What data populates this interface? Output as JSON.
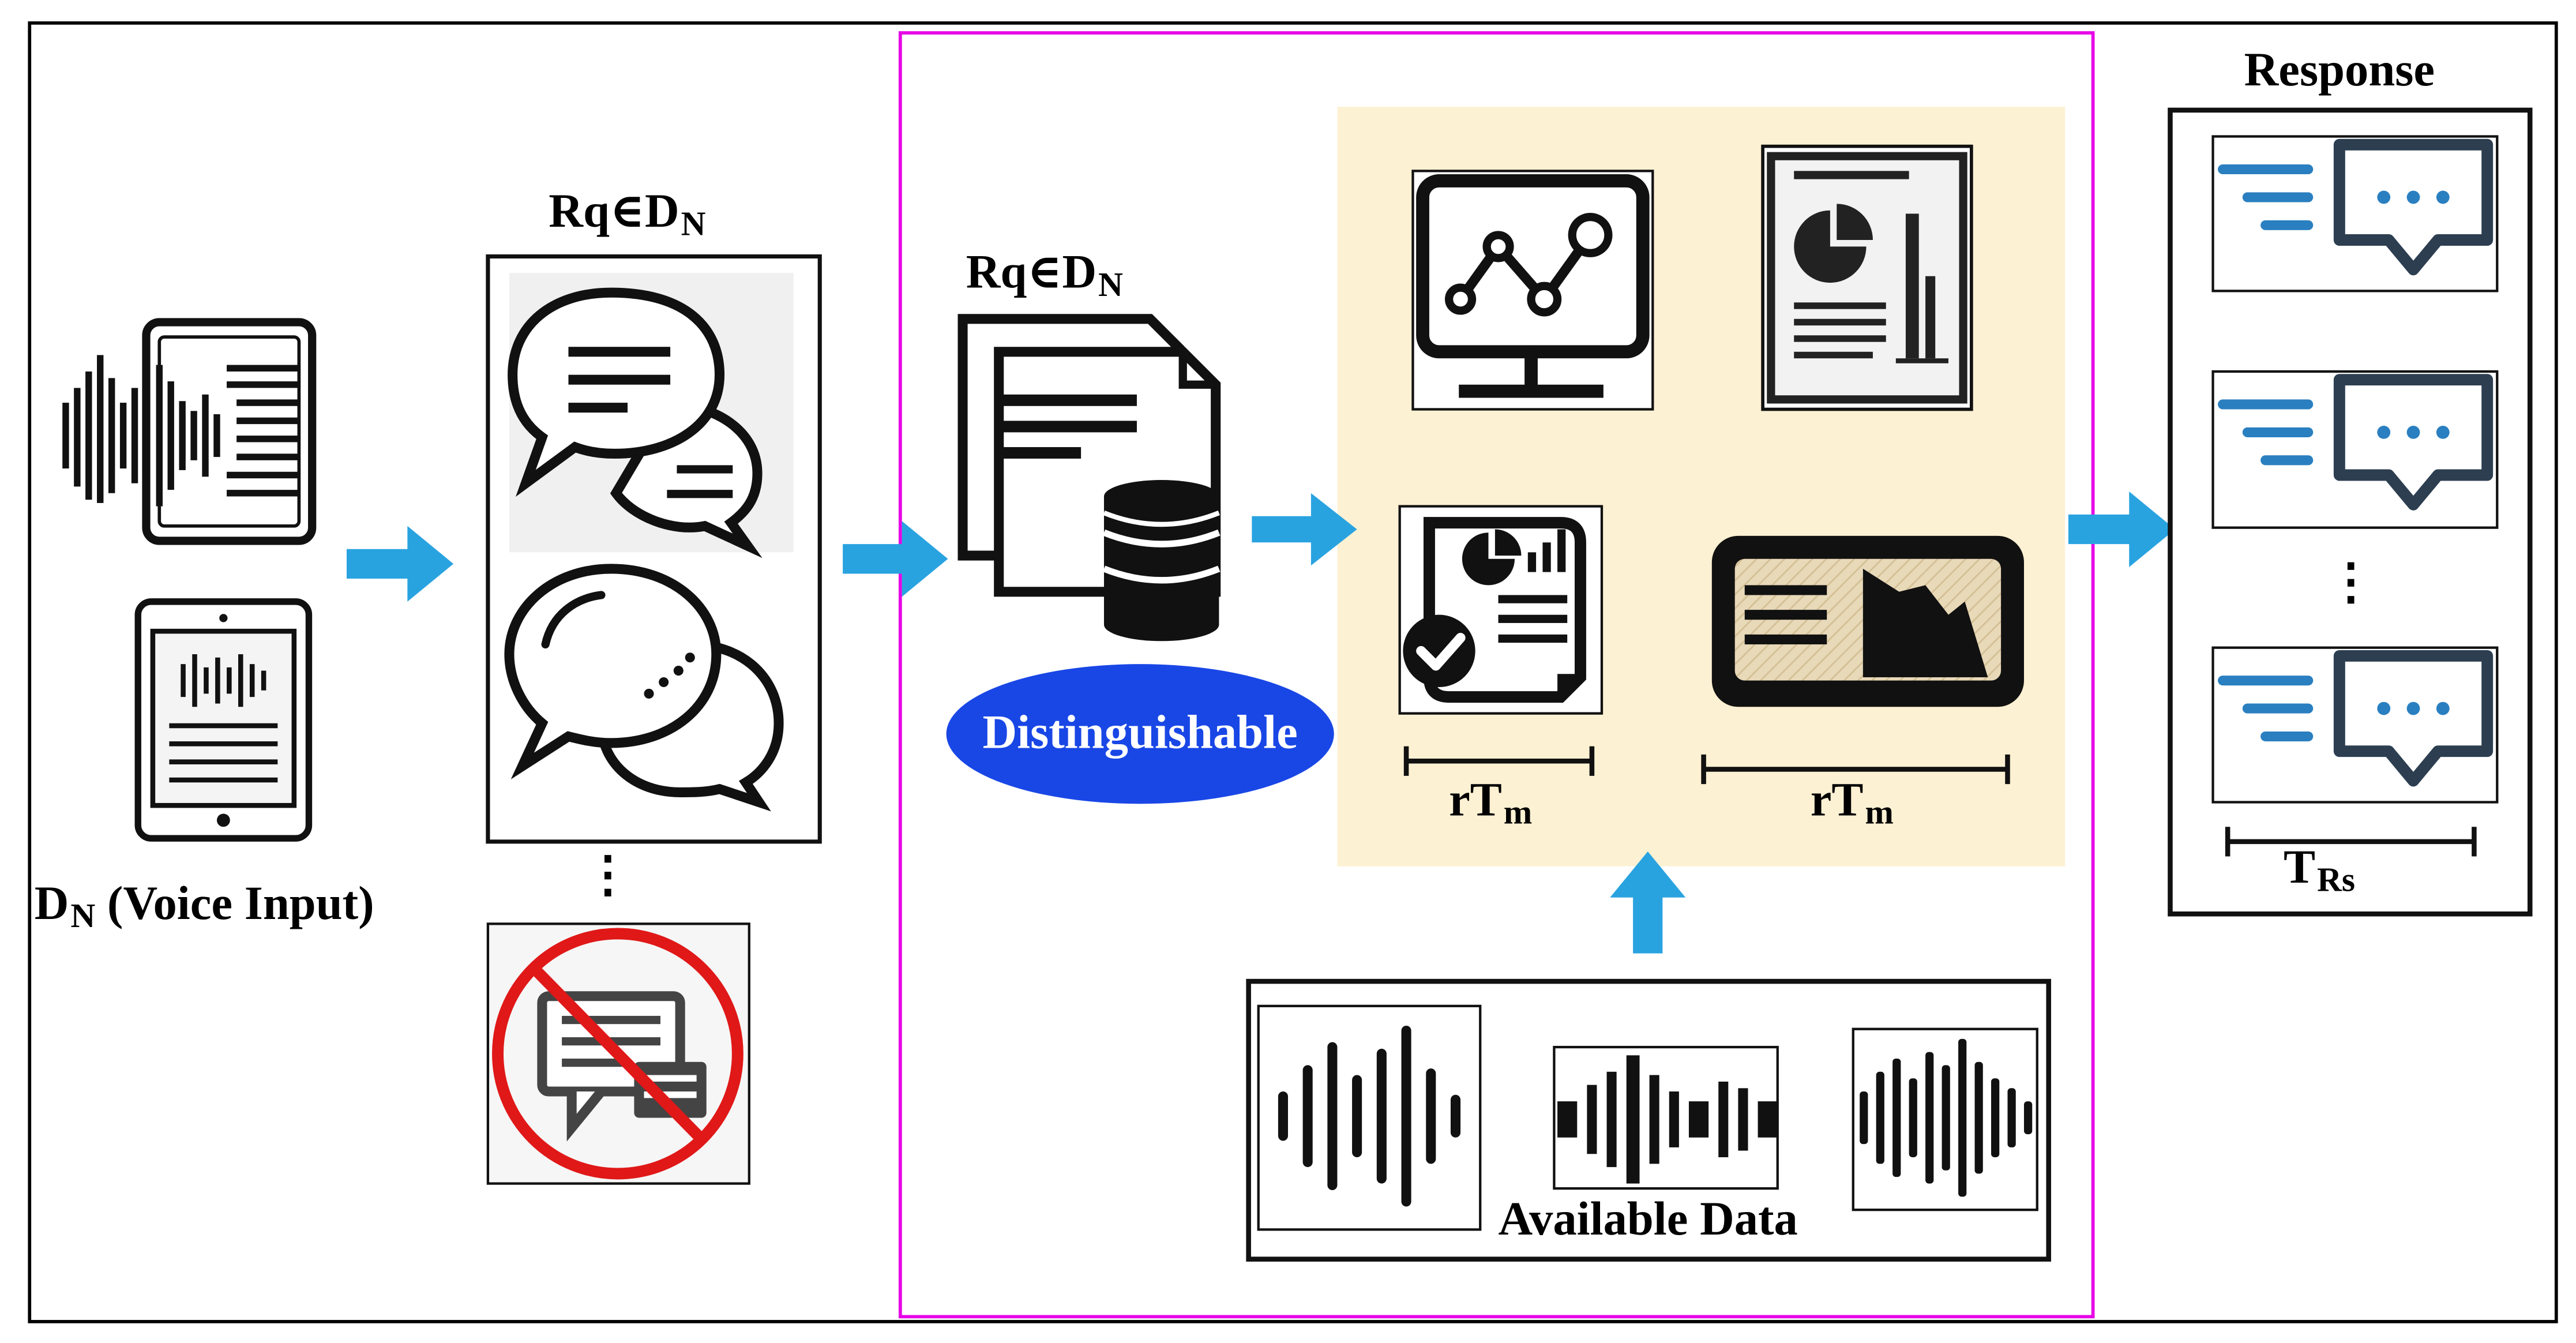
{
  "labels": {
    "voice_input_prefix": "D",
    "voice_input_sub": "N",
    "voice_input_rest": " (Voice Input)",
    "rq_prefix": "Rq",
    "rq_elem": "∈",
    "rq_d": "D",
    "rq_sub": "N",
    "distinguishable": "Distinguishable",
    "rtm_main": "rT",
    "rtm_sub": "m",
    "response": "Response",
    "trs_main": "T",
    "trs_sub": "Rs",
    "available_data": "Available Data",
    "ellipsis": "⋮"
  },
  "colors": {
    "arrow_blue": "#29a3e0",
    "magenta_border": "#e600e6",
    "highlight_bg": "#fdf1d3",
    "ellipse_blue": "#1947e6",
    "forbidden_red": "#e01818",
    "chat_slate": "#2c3e50",
    "chat_lines_blue": "#2a7fc0"
  },
  "icons": [
    "voice-document-icon",
    "tablet-audio-icon",
    "chat-bubbles-icon",
    "chat-bubbles-outline-icon",
    "no-chat-icon",
    "document-database-icon",
    "monitor-chart-icon",
    "report-pie-chart-icon",
    "checked-report-icon",
    "dashboard-card-icon",
    "sound-wave-icon",
    "response-chat-icon",
    "right-arrow-icon",
    "up-arrow-icon"
  ]
}
